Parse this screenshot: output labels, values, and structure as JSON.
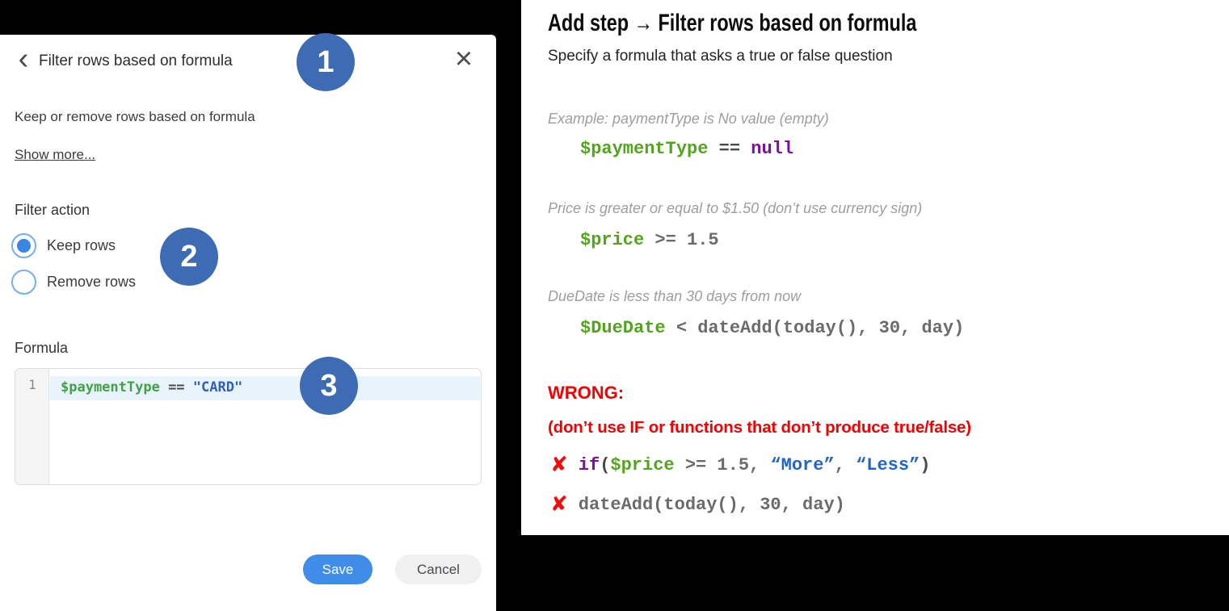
{
  "colors": {
    "badge_blue": "#3d6cb5",
    "save_button_blue": "#3f8de8",
    "radio_ring_blue": "#74aff2",
    "radio_dot_blue": "#3b86e2",
    "active_line_highlight": "#e9f3fc",
    "code_green": "#52a41d",
    "code_purple": "#7d109b",
    "code_blue": "#2265c8",
    "code_gray": "#6b6b6b",
    "editor_variable_green": "#43a047",
    "editor_string_blue": "#2f5fc1",
    "error_red": "#f40000",
    "caption_gray": "#9d9d9d"
  },
  "icons": {
    "back": "‹",
    "close": "×",
    "wrong_mark": "✘"
  },
  "badges": {
    "step1": "1",
    "step2": "2",
    "step3": "3"
  },
  "left_panel": {
    "header": {
      "title": "Filter rows based on formula"
    },
    "description": "Keep or remove rows based on formula",
    "show_more_link": "Show more...",
    "filter_action": {
      "label": "Filter action",
      "options": [
        {
          "label": "Keep rows",
          "selected": true
        },
        {
          "label": "Remove rows",
          "selected": false
        }
      ]
    },
    "formula_editor": {
      "label": "Formula",
      "line_number": "1",
      "tokens": [
        {
          "text": "$paymentType",
          "style": "green"
        },
        {
          "text": " == ",
          "style": "dark"
        },
        {
          "text": "\"CARD\"",
          "style": "string-blue"
        }
      ]
    },
    "footer": {
      "save_label": "Save",
      "cancel_label": "Cancel"
    }
  },
  "right_panel": {
    "title": "Add step → Filter rows based on formula",
    "subtitle": "Specify a formula that asks a true or false question",
    "examples": [
      {
        "caption": "Example: paymentType is No value (empty)",
        "tokens": [
          {
            "text": "$paymentType",
            "style": "green"
          },
          {
            "text": " == ",
            "style": "dark"
          },
          {
            "text": "null",
            "style": "purple"
          }
        ]
      },
      {
        "caption": "Price is greater or equal to $1.50 (don’t use currency sign)",
        "tokens": [
          {
            "text": "$price",
            "style": "green"
          },
          {
            "text": " >= 1.5",
            "style": "gray"
          }
        ]
      },
      {
        "caption": "DueDate is less than 30 days from now",
        "tokens": [
          {
            "text": "$DueDate",
            "style": "green"
          },
          {
            "text": " < dateAdd(today(), 30, day)",
            "style": "gray"
          }
        ]
      }
    ],
    "wrong_section": {
      "heading": "WRONG:",
      "note": "(don’t use IF or functions that don’t produce true/false)",
      "items": [
        {
          "tokens": [
            {
              "text": "if",
              "style": "purple"
            },
            {
              "text": "(",
              "style": "dark"
            },
            {
              "text": "$price",
              "style": "green"
            },
            {
              "text": " >= 1.5, ",
              "style": "gray"
            },
            {
              "text": "“More”",
              "style": "blue"
            },
            {
              "text": ", ",
              "style": "gray"
            },
            {
              "text": "“Less”",
              "style": "blue"
            },
            {
              "text": ")",
              "style": "dark"
            }
          ]
        },
        {
          "tokens": [
            {
              "text": "dateAdd(today(), 30, day)",
              "style": "gray"
            }
          ]
        }
      ]
    }
  }
}
